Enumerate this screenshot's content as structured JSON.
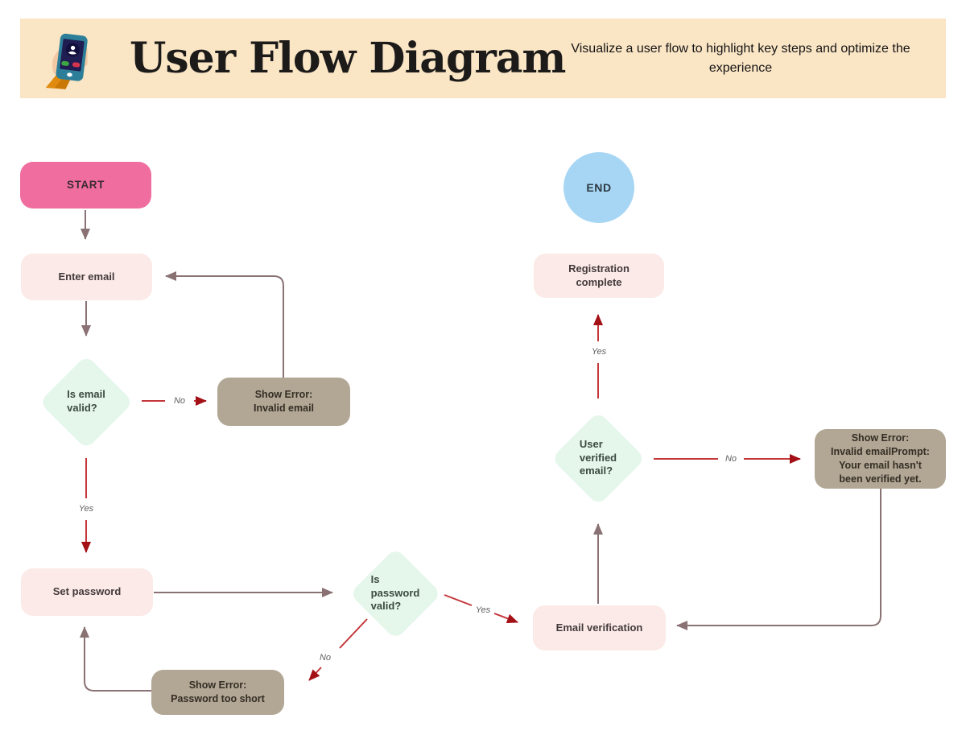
{
  "header": {
    "title": "User Flow Diagram",
    "subtitle": "Visualize a user flow to highlight key steps and optimize the experience"
  },
  "icons": {
    "banner_icon": "phone-call-in-hand-icon"
  },
  "nodes": {
    "start": {
      "label": "START",
      "type": "start"
    },
    "enter_email": {
      "label": "Enter email",
      "type": "step"
    },
    "is_email_valid": {
      "label": "Is email\nvalid?",
      "type": "decision"
    },
    "error_invalid_email": {
      "label": "Show Error:\nInvalid email",
      "type": "error"
    },
    "set_password": {
      "label": "Set password",
      "type": "step"
    },
    "is_password_valid": {
      "label": "Is\npassword\nvalid?",
      "type": "decision"
    },
    "error_password_short": {
      "label": "Show Error:\nPassword too short",
      "type": "error"
    },
    "email_verification": {
      "label": "Email verification",
      "type": "step"
    },
    "user_verified_email": {
      "label": "User\nverified\nemail?",
      "type": "decision"
    },
    "error_not_verified": {
      "label": "Show Error:\nInvalid emailPrompt:\nYour email hasn't\nbeen verified yet.",
      "type": "error"
    },
    "registration_complete": {
      "label": "Registration\ncomplete",
      "type": "step"
    },
    "end": {
      "label": "END",
      "type": "end"
    }
  },
  "edge_labels": {
    "no1": "No",
    "yes1": "Yes",
    "yes2": "Yes",
    "no2": "No",
    "yes3": "Yes",
    "no3": "No"
  },
  "colors": {
    "header_bg": "#FAE5C5",
    "start_pink": "#F06E9F",
    "step_pink": "#FBEAE7",
    "decision_mint": "#E5F6EB",
    "error_tan": "#B2A795",
    "end_blue": "#A7D6F4",
    "arrow_brown": "#8A7274",
    "arrow_red": "#C33639",
    "arrowhead_red": "#A31015"
  }
}
